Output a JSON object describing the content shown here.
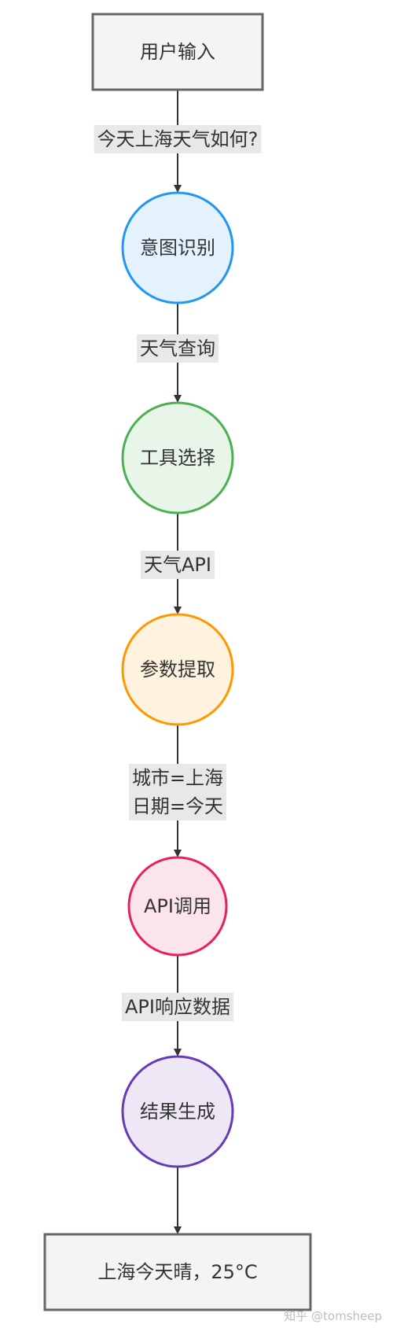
{
  "flow": {
    "nodes": [
      {
        "id": "user-input",
        "shape": "rect",
        "label": "用户输入",
        "fill": "#f4f4f4",
        "stroke": "#666666"
      },
      {
        "id": "intent-recognition",
        "shape": "circle",
        "label": "意图识别",
        "fill": "#e3f2fd",
        "stroke": "#2196f3"
      },
      {
        "id": "tool-selection",
        "shape": "circle",
        "label": "工具选择",
        "fill": "#e8f5e9",
        "stroke": "#4caf50"
      },
      {
        "id": "parameter-extraction",
        "shape": "circle",
        "label": "参数提取",
        "fill": "#fff3e0",
        "stroke": "#ff9800"
      },
      {
        "id": "api-call",
        "shape": "circle",
        "label": "API调用",
        "fill": "#fce4ec",
        "stroke": "#e91e63"
      },
      {
        "id": "result-generation",
        "shape": "circle",
        "label": "结果生成",
        "fill": "#ede7f6",
        "stroke": "#673ab7"
      },
      {
        "id": "final-output",
        "shape": "rect",
        "label": "上海今天晴，25°C",
        "fill": "#f4f4f4",
        "stroke": "#666666"
      }
    ],
    "edges": [
      {
        "from": "user-input",
        "to": "intent-recognition",
        "label_lines": [
          "今天上海天气如何?"
        ]
      },
      {
        "from": "intent-recognition",
        "to": "tool-selection",
        "label_lines": [
          "天气查询"
        ]
      },
      {
        "from": "tool-selection",
        "to": "parameter-extraction",
        "label_lines": [
          "天气API"
        ]
      },
      {
        "from": "parameter-extraction",
        "to": "api-call",
        "label_lines": [
          "城市=上海",
          "日期=今天"
        ]
      },
      {
        "from": "api-call",
        "to": "result-generation",
        "label_lines": [
          "API响应数据"
        ]
      },
      {
        "from": "result-generation",
        "to": "final-output",
        "label_lines": []
      }
    ],
    "edge_color": "#333333",
    "label_bg": "#e8e8e8"
  },
  "watermark": {
    "text": "知乎 @tomsheep"
  }
}
